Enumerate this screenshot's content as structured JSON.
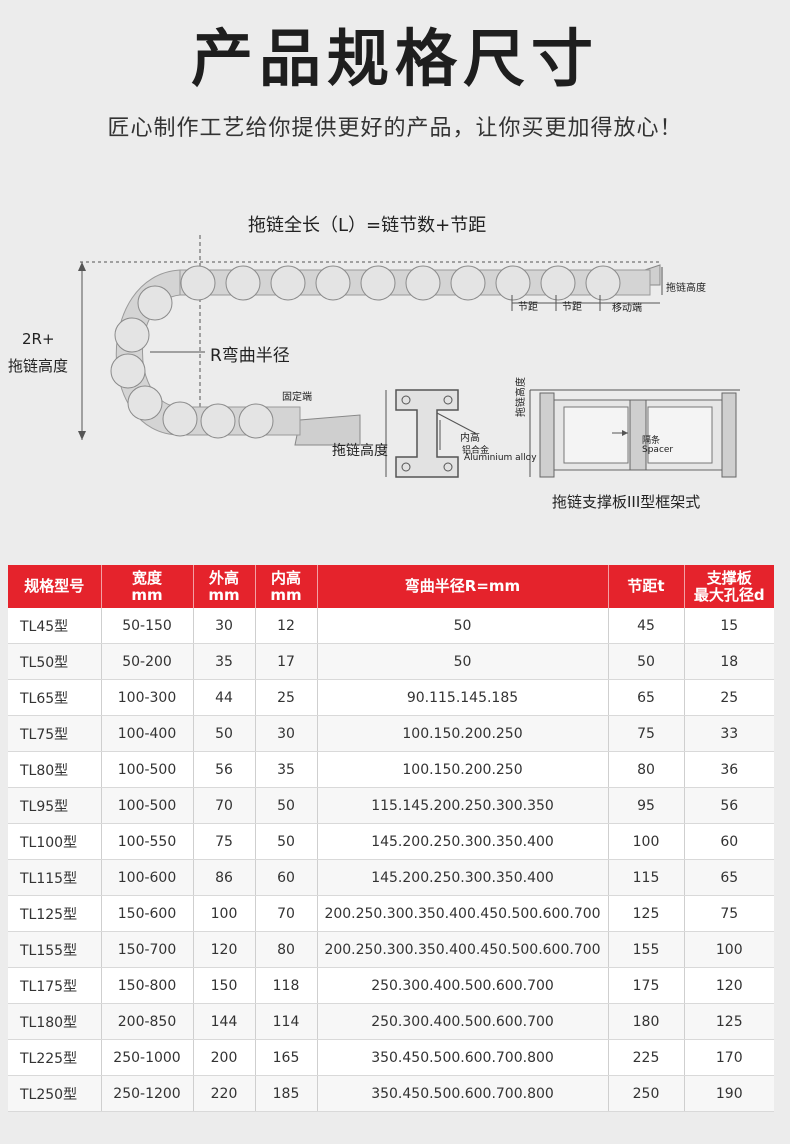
{
  "header": {
    "title": "产品规格尺寸",
    "subtitle": "匠心制作工艺给你提供更好的产品，让你买更加得放心！"
  },
  "diagram": {
    "formula": "拖链全长（L）=链节数+节距",
    "left_label_1": "2R+",
    "left_label_2": "拖链高度",
    "bend_radius": "R弯曲半径",
    "fixed_end": "固定端",
    "moving_end": "移动端",
    "pitch_1": "节距",
    "pitch_2": "节距",
    "chain_height_right": "拖链高度",
    "chain_height_bottom": "拖链高度",
    "inner_height": "内高",
    "aluminium_cn": "铝合金",
    "aluminium_en": "Aluminium alloy",
    "frame_height": "拖链高度",
    "spacer_cn": "隔条",
    "spacer_en": "Spacer",
    "frame_caption": "拖链支撑板III型框架式"
  },
  "table": {
    "headers": [
      [
        "规格型号"
      ],
      [
        "宽度",
        "mm"
      ],
      [
        "外高",
        "mm"
      ],
      [
        "内高",
        "mm"
      ],
      [
        "弯曲半径R=mm"
      ],
      [
        "节距t"
      ],
      [
        "支撑板",
        "最大孔径d"
      ]
    ],
    "rows": [
      [
        "TL45型",
        "50-150",
        "30",
        "12",
        "50",
        "45",
        "15"
      ],
      [
        "TL50型",
        "50-200",
        "35",
        "17",
        "50",
        "50",
        "18"
      ],
      [
        "TL65型",
        "100-300",
        "44",
        "25",
        "90.115.145.185",
        "65",
        "25"
      ],
      [
        "TL75型",
        "100-400",
        "50",
        "30",
        "100.150.200.250",
        "75",
        "33"
      ],
      [
        "TL80型",
        "100-500",
        "56",
        "35",
        "100.150.200.250",
        "80",
        "36"
      ],
      [
        "TL95型",
        "100-500",
        "70",
        "50",
        "115.145.200.250.300.350",
        "95",
        "56"
      ],
      [
        "TL100型",
        "100-550",
        "75",
        "50",
        "145.200.250.300.350.400",
        "100",
        "60"
      ],
      [
        "TL115型",
        "100-600",
        "86",
        "60",
        "145.200.250.300.350.400",
        "115",
        "65"
      ],
      [
        "TL125型",
        "150-600",
        "100",
        "70",
        "200.250.300.350.400.450.500.600.700",
        "125",
        "75"
      ],
      [
        "TL155型",
        "150-700",
        "120",
        "80",
        "200.250.300.350.400.450.500.600.700",
        "155",
        "100"
      ],
      [
        "TL175型",
        "150-800",
        "150",
        "118",
        "250.300.400.500.600.700",
        "175",
        "120"
      ],
      [
        "TL180型",
        "200-850",
        "144",
        "114",
        "250.300.400.500.600.700",
        "180",
        "125"
      ],
      [
        "TL225型",
        "250-1000",
        "200",
        "165",
        "350.450.500.600.700.800",
        "225",
        "170"
      ],
      [
        "TL250型",
        "250-1200",
        "220",
        "185",
        "350.450.500.600.700.800",
        "250",
        "190"
      ]
    ]
  },
  "colors": {
    "accent": "#e5232c",
    "background": "#ececec"
  }
}
